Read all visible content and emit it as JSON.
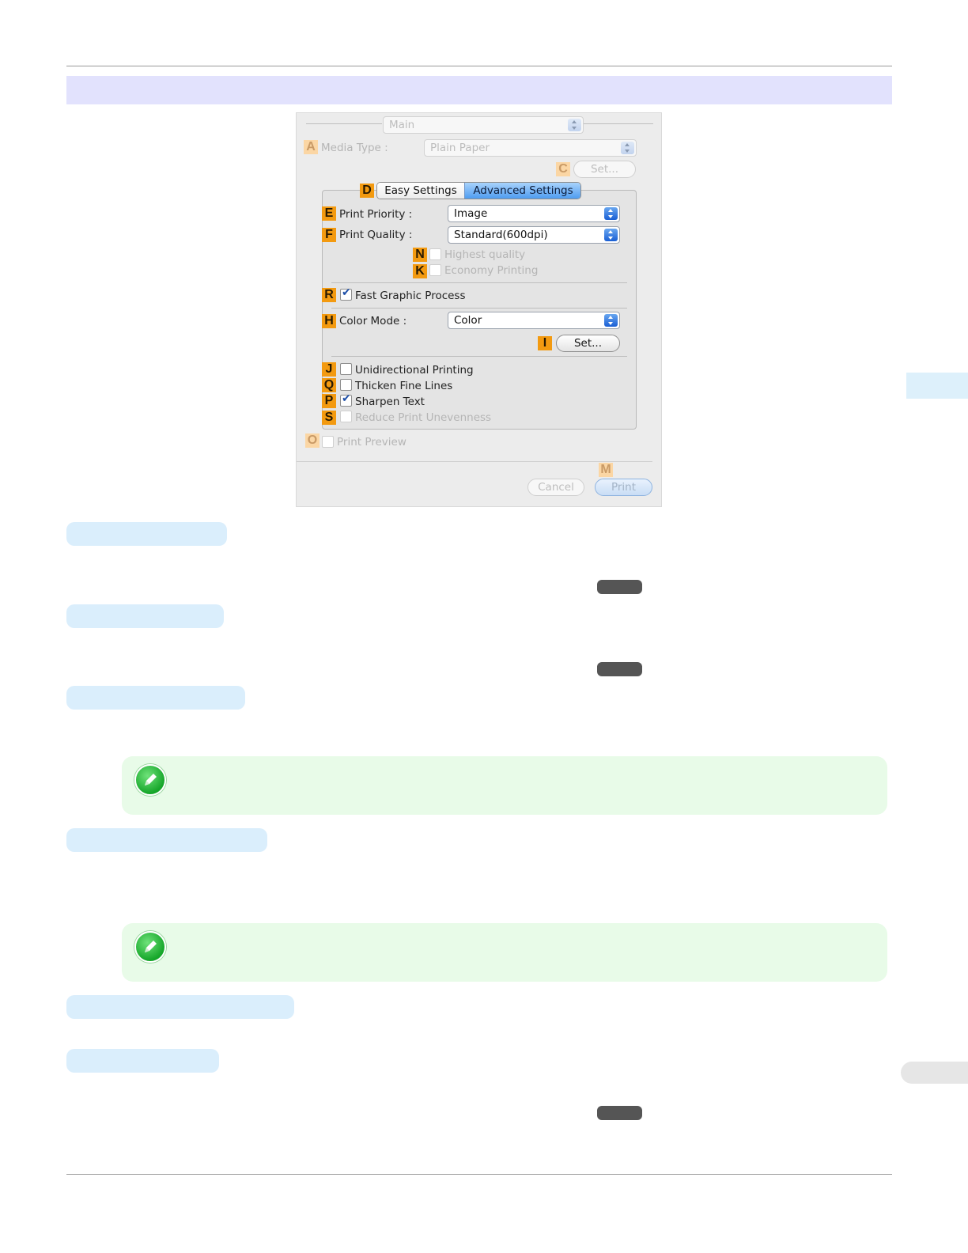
{
  "dialog": {
    "main_popup": "Main",
    "media_type": {
      "badge": "A",
      "label": "Media Type :",
      "value": "Plain Paper"
    },
    "set_c": {
      "badge": "C",
      "label": "Set..."
    },
    "tabs": {
      "badge": "D",
      "easy": "Easy Settings",
      "advanced": "Advanced Settings",
      "selected": "Advanced Settings"
    },
    "print_priority": {
      "badge": "E",
      "label": "Print Priority :",
      "value": "Image"
    },
    "print_quality": {
      "badge": "F",
      "label": "Print Quality :",
      "value": "Standard(600dpi)"
    },
    "highest_quality": {
      "badge": "N",
      "label": "Highest quality",
      "checked": false
    },
    "economy_printing": {
      "badge": "K",
      "label": "Economy Printing",
      "checked": false
    },
    "fast_graphic": {
      "badge": "R",
      "label": "Fast Graphic Process",
      "checked": true
    },
    "color_mode": {
      "badge": "H",
      "label": "Color Mode :",
      "value": "Color"
    },
    "set_i": {
      "badge": "I",
      "label": "Set..."
    },
    "unidirectional": {
      "badge": "J",
      "label": "Unidirectional Printing",
      "checked": false
    },
    "thicken": {
      "badge": "Q",
      "label": "Thicken Fine Lines",
      "checked": false
    },
    "sharpen": {
      "badge": "P",
      "label": "Sharpen Text",
      "checked": true
    },
    "reduce_unevenness": {
      "badge": "S",
      "label": "Reduce Print Unevenness",
      "checked": false
    },
    "print_preview": {
      "badge": "O",
      "label": "Print Preview",
      "checked": false
    },
    "print_badge": "M",
    "cancel_label": "Cancel",
    "print_label": "Print"
  }
}
